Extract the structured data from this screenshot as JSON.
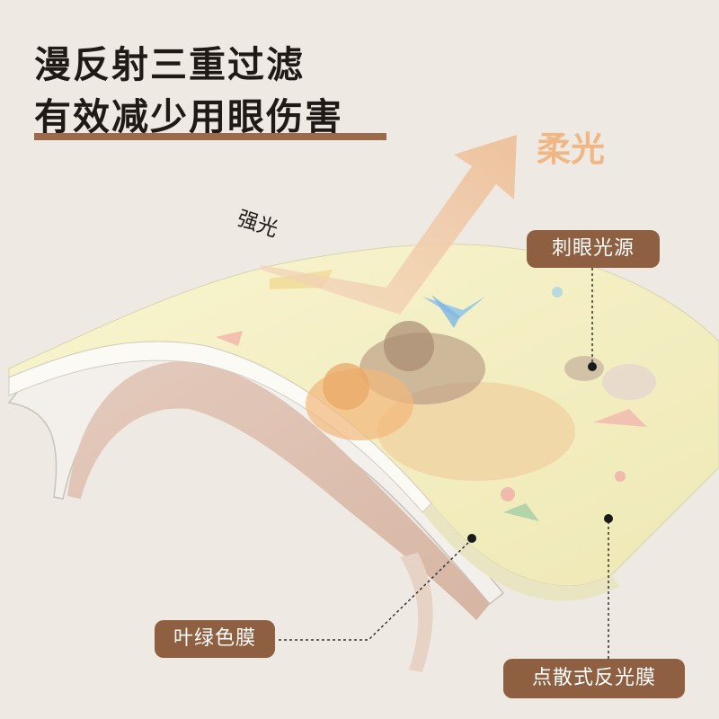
{
  "headline": {
    "line1": "漫反射三重过滤",
    "line2": "有效减少用眼伤害"
  },
  "arrows": {
    "soft_light": "柔光",
    "strong_light": "强光"
  },
  "labels": {
    "glare_source": "刺眼光源",
    "green_film": "叶绿色膜",
    "reflective_film": "点散式反光膜"
  },
  "colors": {
    "accent": "#8e5f40",
    "background": "#eeeae3",
    "sheet": "#f6f2c6",
    "soft_arrow": "#f0c9a4"
  }
}
